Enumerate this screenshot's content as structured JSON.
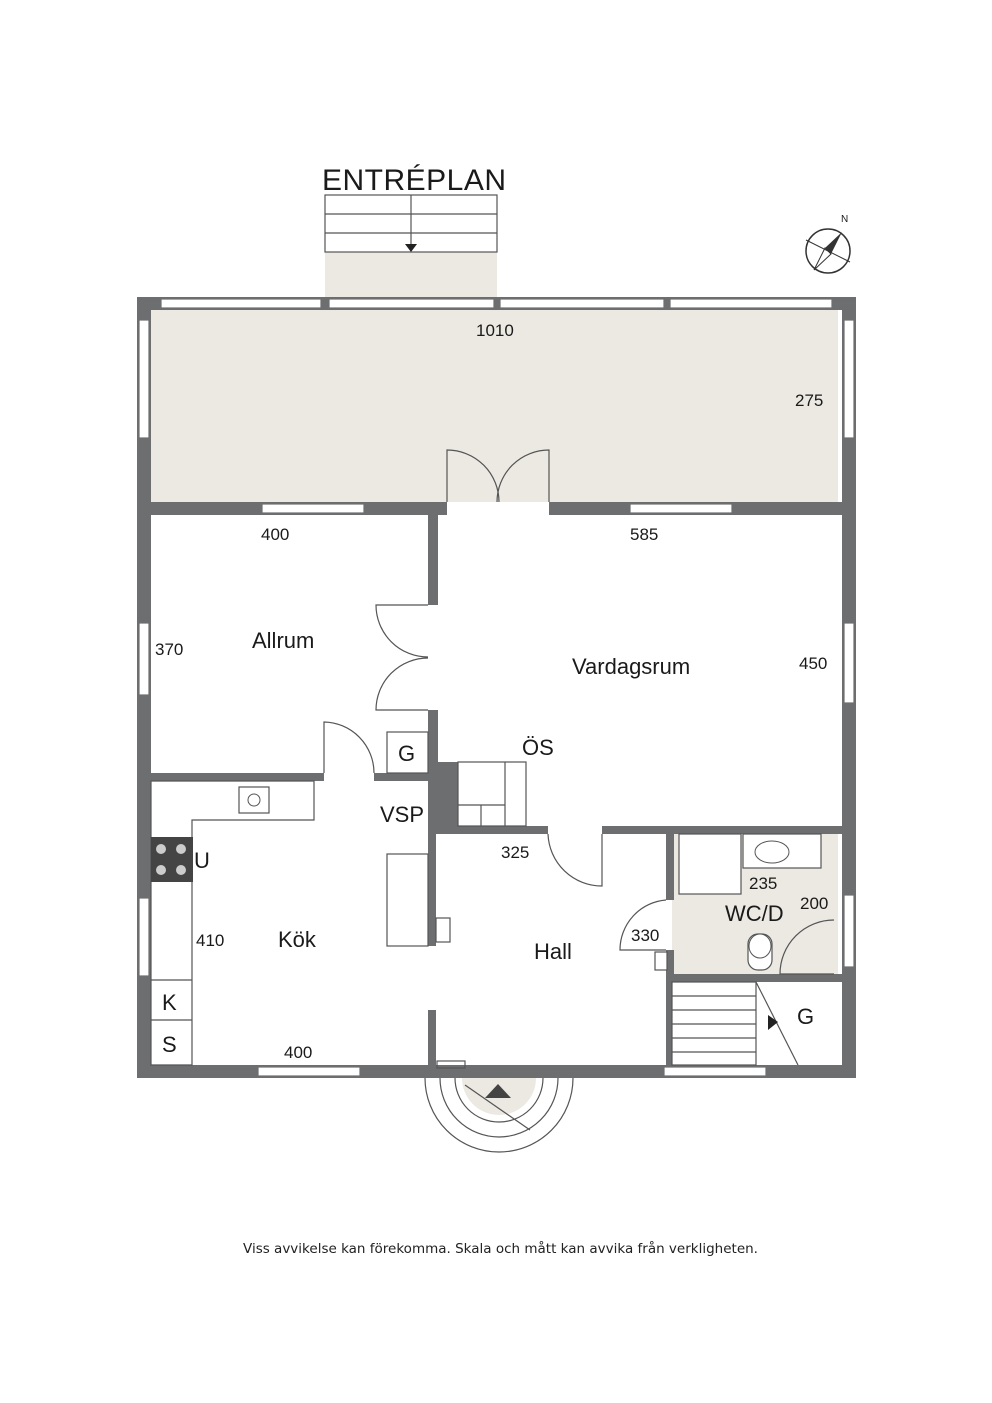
{
  "title": "ENTRÉPLAN",
  "compass_letter": "N",
  "rooms": {
    "allrum": "Allrum",
    "vardagsrum": "Vardagsrum",
    "os": "ÖS",
    "g_small": "G",
    "vsp": "VSP",
    "u": "U",
    "kok": "Kök",
    "k": "K",
    "s": "S",
    "hall": "Hall",
    "wcd": "WC/D",
    "g_stair": "G"
  },
  "dimensions": {
    "veranda_width": "1010",
    "veranda_depth": "275",
    "allrum_width": "400",
    "allrum_depth": "370",
    "vardagsrum_width": "585",
    "vardagsrum_depth": "450",
    "hall_width": "325",
    "hall_depth": "330",
    "wc_width": "235",
    "wc_depth": "200",
    "kok_depth": "410",
    "kok_width": "400"
  },
  "colors": {
    "wall": "#6d6e70",
    "veranda_fill": "#ece9e3",
    "wc_fill": "#ece9e3"
  },
  "disclaimer": "Viss avvikelse kan förekomma. Skala och mått kan avvika från verkligheten."
}
